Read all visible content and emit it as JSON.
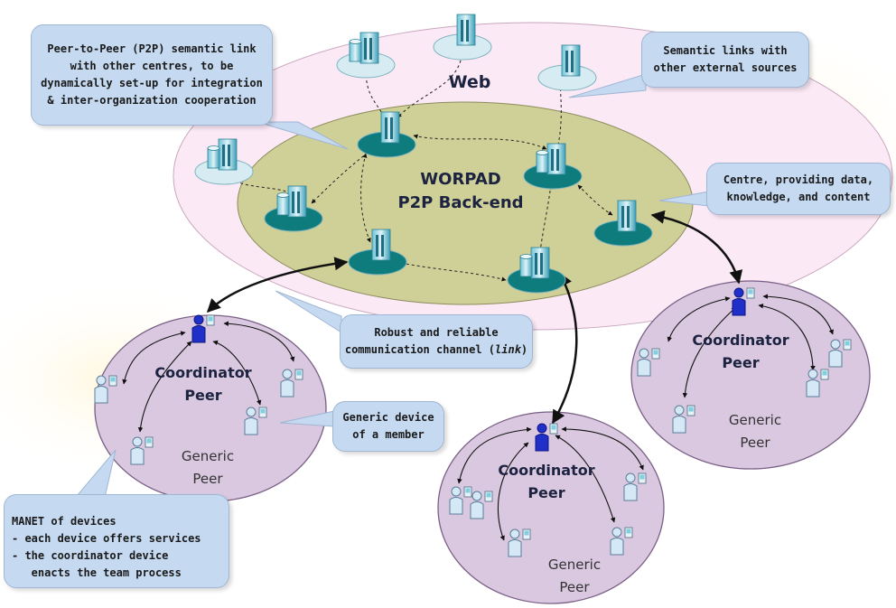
{
  "diagram": {
    "web_label": "Web",
    "backend_title_line1": "WORPAD",
    "backend_title_line2": "P2P Back-end",
    "peers": [
      {
        "coordinator_line1": "Coordinator",
        "coordinator_line2": "Peer",
        "generic_line1": "Generic",
        "generic_line2": "Peer"
      },
      {
        "coordinator_line1": "Coordinator",
        "coordinator_line2": "Peer",
        "generic_line1": "Generic",
        "generic_line2": "Peer"
      },
      {
        "coordinator_line1": "Coordinator",
        "coordinator_line2": "Peer",
        "generic_line1": "Generic",
        "generic_line2": "Peer"
      }
    ],
    "callouts": {
      "p2p_link": [
        "Peer-to-Peer (P2P) semantic link",
        "with other centres, to be",
        "dynamically set-up for integration",
        "& inter-organization cooperation"
      ],
      "semantic_links": [
        "Semantic links with",
        "other external sources"
      ],
      "centre": [
        "Centre, providing data,",
        "knowledge, and content"
      ],
      "channel_line1": "Robust and reliable",
      "channel_line2_prefix": "communication channel (",
      "channel_line2_italic": "link",
      "channel_line2_suffix": ")",
      "generic_device": [
        "Generic device",
        "of a member"
      ],
      "manet": [
        "MANET of devices",
        "- each device offers services",
        "- the coordinator device",
        "   enacts the team process"
      ]
    },
    "colors": {
      "web_ellipse": "#fbe9f6",
      "backend_ellipse": "#cfcf98",
      "peer_ellipse": "#d9c8df",
      "callout": "#c5d9f1",
      "coordinator_person": "#1f2fc8",
      "member_person": "#d4e8f5"
    }
  }
}
